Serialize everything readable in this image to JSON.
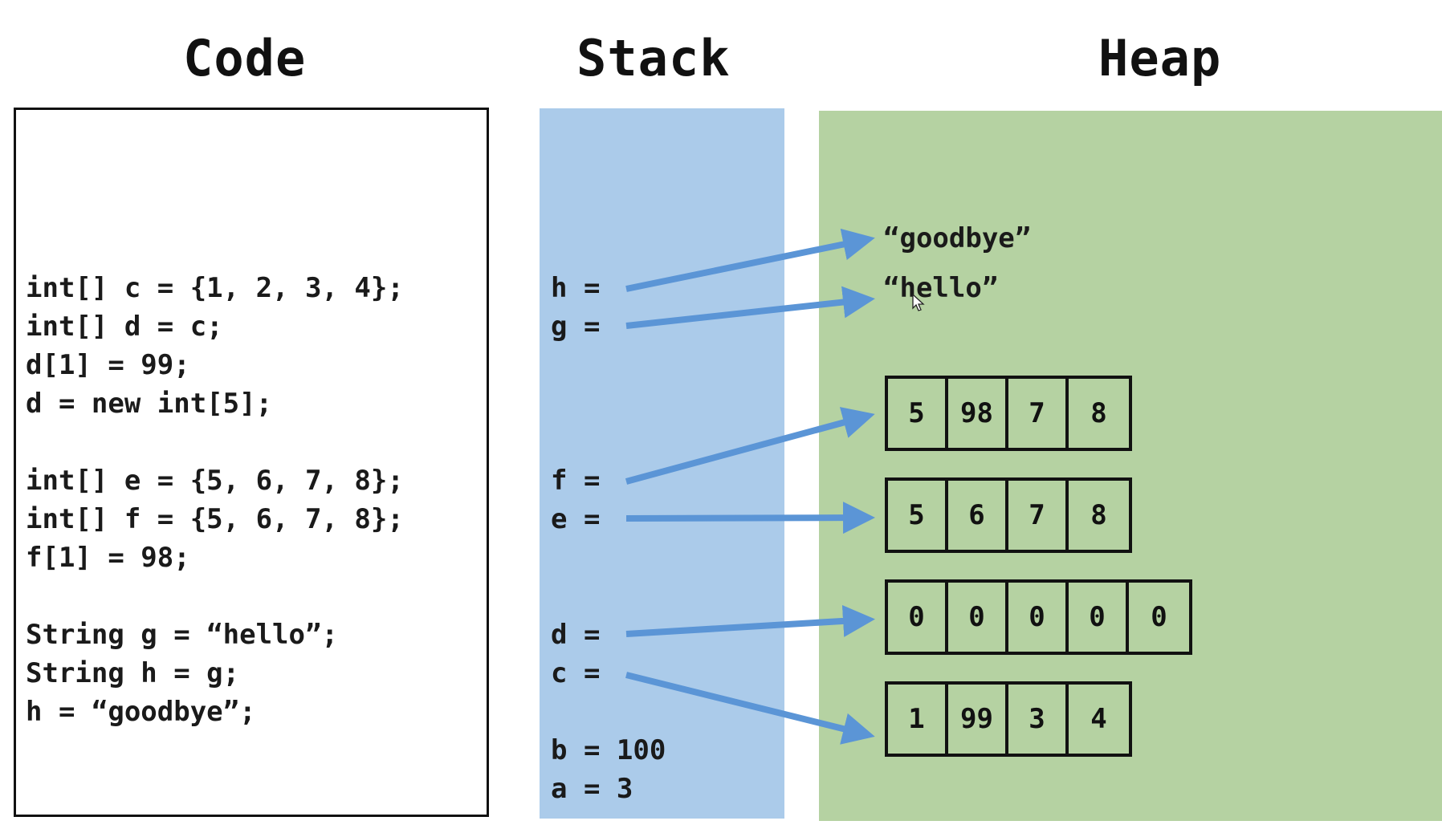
{
  "headings": {
    "code": "Code",
    "stack": "Stack",
    "heap": "Heap"
  },
  "code_lines": [
    "int[] c = {1, 2, 3, 4};",
    "int[] d = c;",
    "d[1] = 99;",
    "d = new int[5];",
    "int[] e = {5, 6, 7, 8};",
    "int[] f = {5, 6, 7, 8};",
    "f[1] = 98;",
    "String g = “hello”;",
    "String h = g;",
    "h = “goodbye”;"
  ],
  "stack": [
    {
      "label": "h =",
      "points_to": "goodbye"
    },
    {
      "label": "g =",
      "points_to": "hello"
    },
    {
      "label": "f =",
      "points_to": "array_f"
    },
    {
      "label": "e =",
      "points_to": "array_e"
    },
    {
      "label": "d =",
      "points_to": "array_d"
    },
    {
      "label": "c =",
      "points_to": "array_c"
    },
    {
      "label": "b = 100"
    },
    {
      "label": "a = 3"
    }
  ],
  "heap": {
    "strings": [
      "“goodbye”",
      "“hello”"
    ],
    "arrays": [
      {
        "id": "array_f",
        "cells": [
          "5",
          "98",
          "7",
          "8"
        ]
      },
      {
        "id": "array_e",
        "cells": [
          "5",
          "6",
          "7",
          "8"
        ]
      },
      {
        "id": "array_d",
        "cells": [
          "0",
          "0",
          "0",
          "0",
          "0"
        ]
      },
      {
        "id": "array_c",
        "cells": [
          "1",
          "99",
          "3",
          "4"
        ]
      }
    ]
  },
  "colors": {
    "stack_bg": "#abcbea",
    "heap_bg": "#b5d2a2",
    "arrow": "#5b95d6"
  },
  "icons": [
    "mouse-cursor-icon"
  ]
}
